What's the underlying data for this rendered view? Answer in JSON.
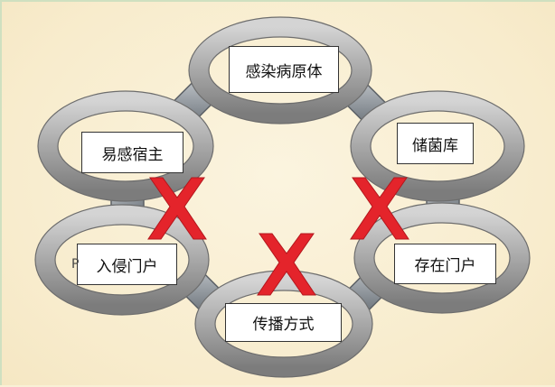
{
  "diagram": {
    "labels": {
      "pathogen": "感染病原体",
      "reservoir": "储菌库",
      "portal_exit": "存在门户",
      "transmission": "传播方式",
      "portal_entry": "入侵门户",
      "host": "易感宿主"
    },
    "edge_glyph": "P"
  },
  "colors": {
    "ring": "#9a9a9a",
    "connector": "#8f9499",
    "cross": "#e4242b",
    "background": "#f9f0d6"
  },
  "icons": [
    "break-chain-cross-icon"
  ]
}
